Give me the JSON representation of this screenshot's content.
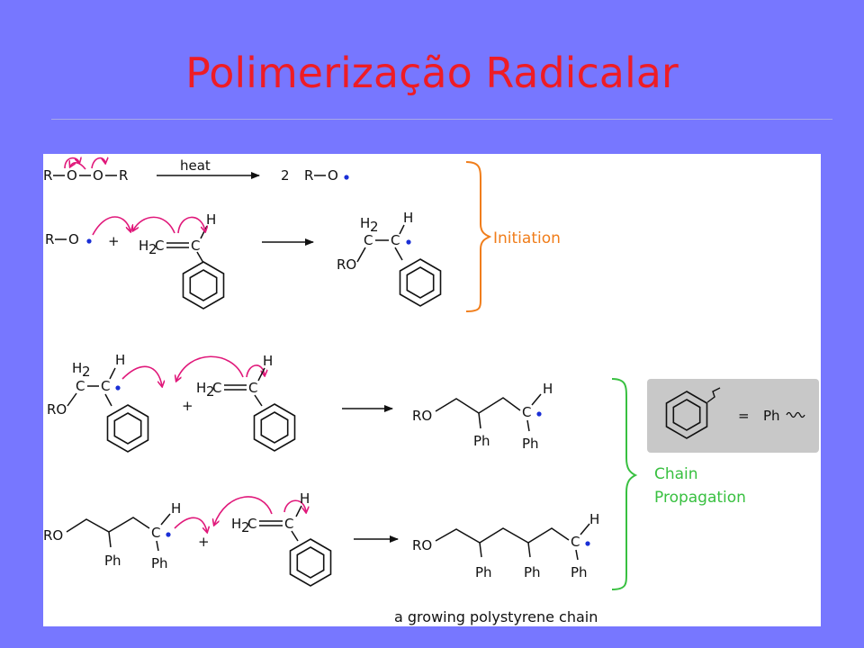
{
  "slide": {
    "title": "Polimerização Radicalar"
  },
  "scheme": {
    "labels": {
      "initiation": "Initiation",
      "chain_line1": "Chain",
      "chain_line2": "Propagation",
      "caption": "a growing polystyrene chain"
    },
    "legend": {
      "eq": "=",
      "ph": "Ph"
    },
    "tokens": {
      "R": "R",
      "O": "O",
      "C": "C",
      "H": "H",
      "H2": "H",
      "sub2": "2",
      "RO": "RO",
      "Ph": "Ph",
      "heat": "heat",
      "two": "2",
      "plus": "+"
    },
    "colors": {
      "background": "#7777ff",
      "title": "#ee1c25",
      "initiation": "#f07d1a",
      "propagation": "#38c040",
      "electron_arrow": "#e0187a",
      "radical_dot": "#1a2fd6",
      "legend_box": "#c8c8c8"
    }
  }
}
